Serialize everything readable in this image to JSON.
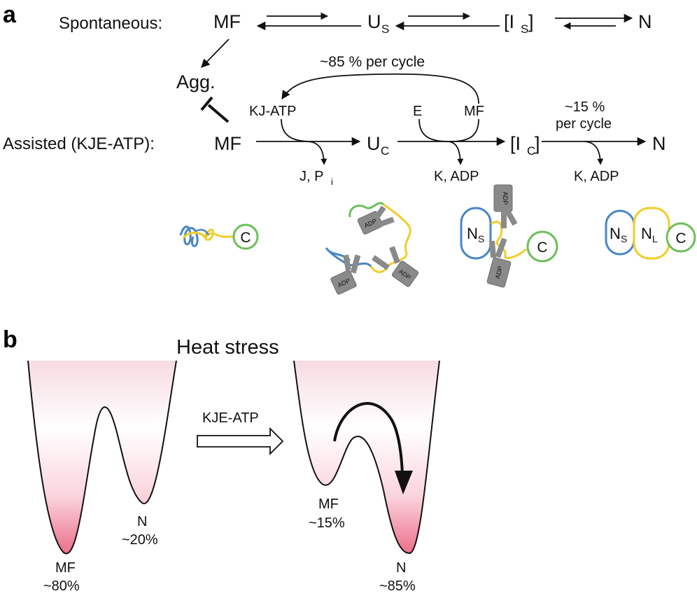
{
  "panels": {
    "a": "a",
    "b": "b"
  },
  "spontaneous": {
    "label": "Spontaneous:",
    "mf": "MF",
    "u_main": "U",
    "u_sub": "S",
    "i_open": "[I",
    "i_sub": "S",
    "i_close": "]",
    "n": "N"
  },
  "agg": "Agg.",
  "assisted": {
    "label": "Assisted (KJE-ATP):",
    "mf": "MF",
    "u_main": "U",
    "u_sub": "C",
    "i_open": "[I",
    "i_sub": "C",
    "i_close": "]",
    "n": "N",
    "cycle85": "~85 % per cycle",
    "kj_atp": "KJ-ATP",
    "e": "E",
    "mf_small": "MF",
    "cycle15_line1": "~15 %",
    "cycle15_line2": "per cycle",
    "release1_main": "J, P",
    "release1_sub": "i",
    "release2": "K, ADP",
    "release3": "K, ADP"
  },
  "cartoons": {
    "c_label": "C",
    "adp": "ADP",
    "ns_main": "N",
    "ns_sub": "S",
    "nl_main": "N",
    "nl_sub": "L"
  },
  "panel_b": {
    "heat_stress": "Heat stress",
    "kje_atp": "KJE-ATP",
    "left_mf": "MF",
    "left_mf_pct": "~80%",
    "left_n": "N",
    "left_n_pct": "~20%",
    "right_mf": "MF",
    "right_mf_pct": "~15%",
    "right_n": "N",
    "right_n_pct": "~85%"
  },
  "colors": {
    "blue": "#4a86c5",
    "yellow": "#f2cd2a",
    "green": "#6cbf5a",
    "gray": "#8a8a8a",
    "well_top": "#ffffff",
    "well_bottom": "#ee7b93"
  }
}
